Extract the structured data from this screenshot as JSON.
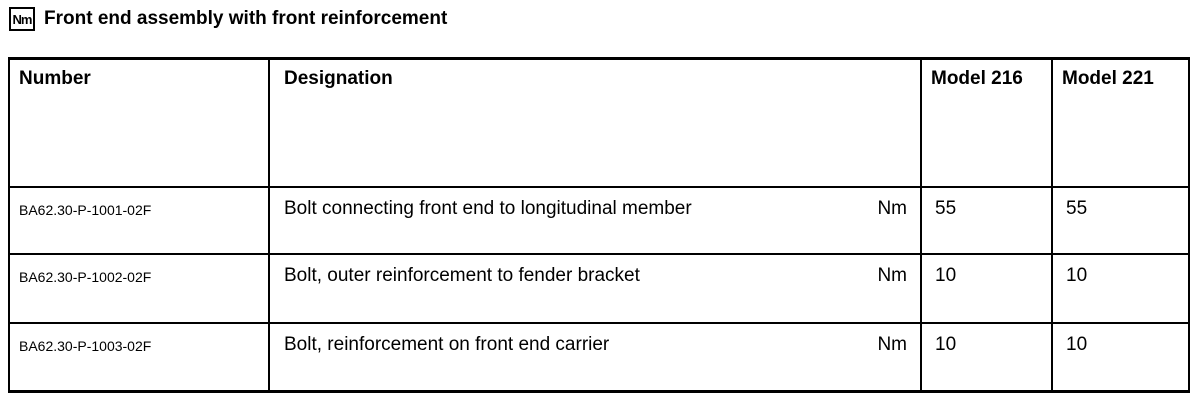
{
  "colors": {
    "ink": "#000000",
    "paper": "#ffffff"
  },
  "header": {
    "nm_badge": "Nm",
    "title": "Front end assembly with front reinforcement"
  },
  "table": {
    "columns": {
      "number": "Number",
      "designation": "Designation",
      "model_216": "Model 216",
      "model_221": "Model 221"
    },
    "rows": [
      {
        "number": "BA62.30-P-1001-02F",
        "designation": "Bolt connecting front end to longitudinal member",
        "unit": "Nm",
        "model_216": "55",
        "model_221": "55"
      },
      {
        "number": "BA62.30-P-1002-02F",
        "designation": "Bolt, outer reinforcement to fender bracket",
        "unit": "Nm",
        "model_216": "10",
        "model_221": "10"
      },
      {
        "number": "BA62.30-P-1003-02F",
        "designation": "Bolt, reinforcement on front end carrier",
        "unit": "Nm",
        "model_216": "10",
        "model_221": "10"
      }
    ]
  }
}
